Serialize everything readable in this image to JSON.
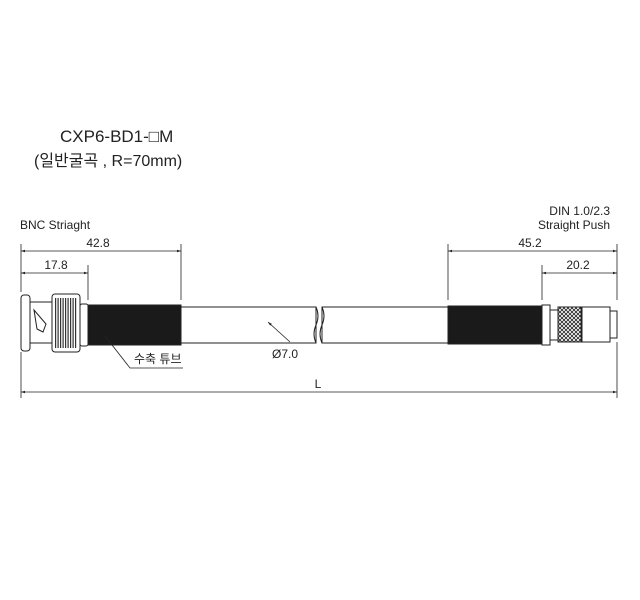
{
  "title": {
    "model": "CXP6-BD1-□M",
    "subtitle": "(일반굴곡 , R=70mm)"
  },
  "left_connector": {
    "label": "BNC Striaght",
    "dim_total": "42.8",
    "dim_connector": "17.8"
  },
  "right_connector": {
    "label_line1": "DIN 1.0/2.3",
    "label_line2": "Straight Push",
    "dim_total": "45.2",
    "dim_connector": "20.2"
  },
  "cable": {
    "diameter": "Ø7.0",
    "sleeve_label": "수축 튜브",
    "length": "L"
  }
}
